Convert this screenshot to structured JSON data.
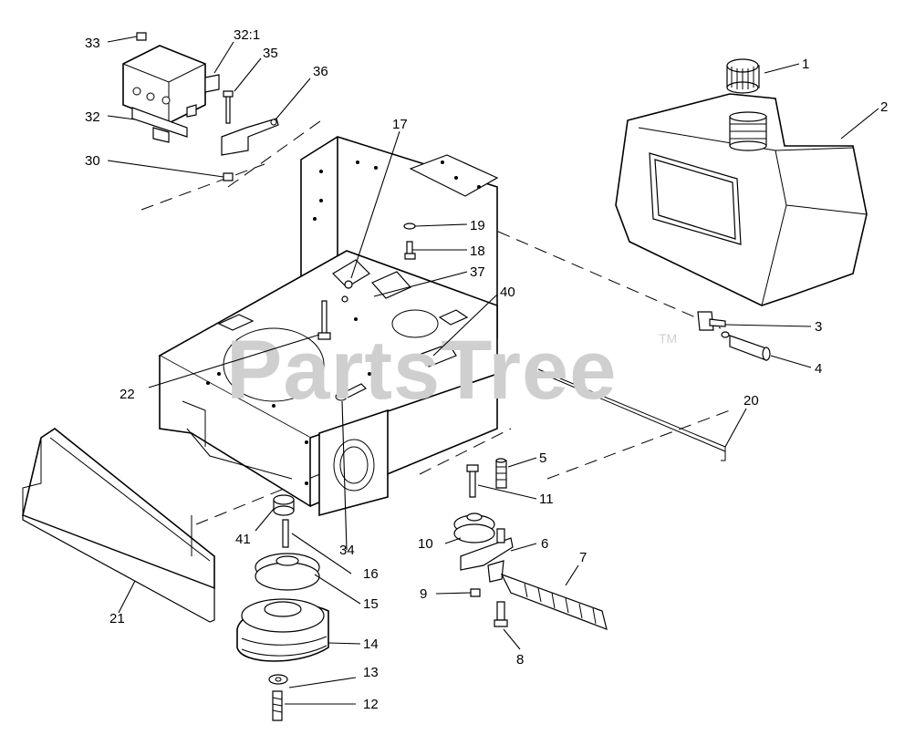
{
  "watermark": {
    "text": "PartsTree",
    "trademark": "TM"
  },
  "callouts": [
    {
      "id": "1",
      "label": "1"
    },
    {
      "id": "2",
      "label": "2"
    },
    {
      "id": "3",
      "label": "3"
    },
    {
      "id": "4",
      "label": "4"
    },
    {
      "id": "5",
      "label": "5"
    },
    {
      "id": "6",
      "label": "6"
    },
    {
      "id": "7",
      "label": "7"
    },
    {
      "id": "8",
      "label": "8"
    },
    {
      "id": "9",
      "label": "9"
    },
    {
      "id": "10",
      "label": "10"
    },
    {
      "id": "11",
      "label": "11"
    },
    {
      "id": "12",
      "label": "12"
    },
    {
      "id": "13",
      "label": "13"
    },
    {
      "id": "14",
      "label": "14"
    },
    {
      "id": "15",
      "label": "15"
    },
    {
      "id": "16",
      "label": "16"
    },
    {
      "id": "17",
      "label": "17"
    },
    {
      "id": "18",
      "label": "18"
    },
    {
      "id": "19",
      "label": "19"
    },
    {
      "id": "20",
      "label": "20"
    },
    {
      "id": "21",
      "label": "21"
    },
    {
      "id": "22",
      "label": "22"
    },
    {
      "id": "30",
      "label": "30"
    },
    {
      "id": "32",
      "label": "32"
    },
    {
      "id": "32-1",
      "label": "32:1"
    },
    {
      "id": "33",
      "label": "33"
    },
    {
      "id": "34",
      "label": "34"
    },
    {
      "id": "35",
      "label": "35"
    },
    {
      "id": "36",
      "label": "36"
    },
    {
      "id": "37",
      "label": "37"
    },
    {
      "id": "40",
      "label": "40"
    },
    {
      "id": "41",
      "label": "41"
    }
  ]
}
